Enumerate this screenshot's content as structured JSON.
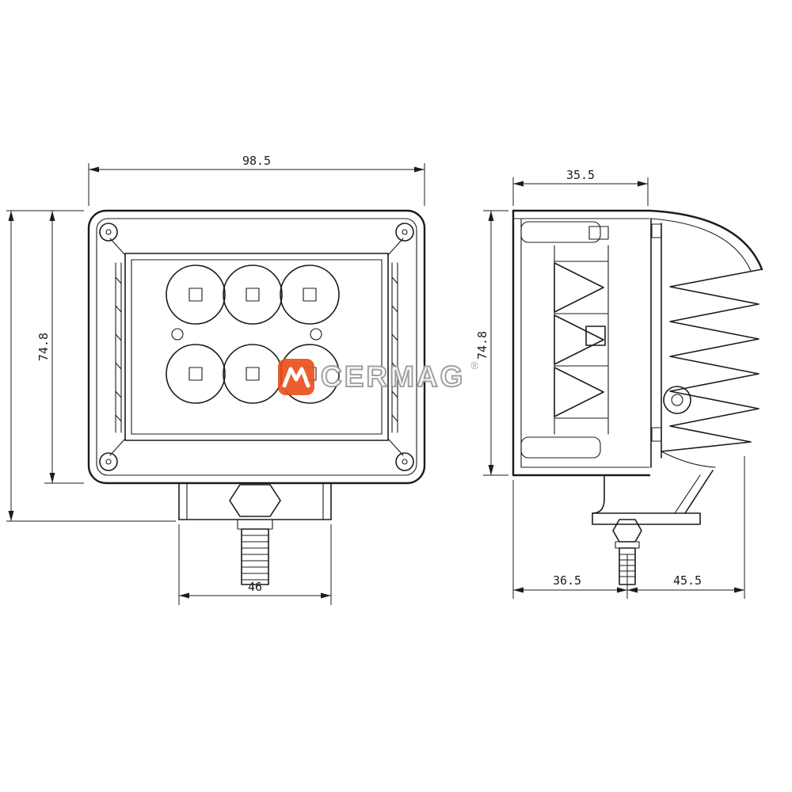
{
  "watermark": {
    "brand": "CERMAG",
    "registered_mark": "®",
    "icon_color": "#e8521d",
    "outline_color": "#9a9a9a"
  },
  "front_view": {
    "width_dim": "98.5",
    "height_dim": "74.8",
    "bracket_width_dim": "46"
  },
  "side_view": {
    "depth_dim": "35.5",
    "height_dim": "74.8",
    "bottom_front_dim": "36.5",
    "bottom_rear_dim": "45.5"
  }
}
